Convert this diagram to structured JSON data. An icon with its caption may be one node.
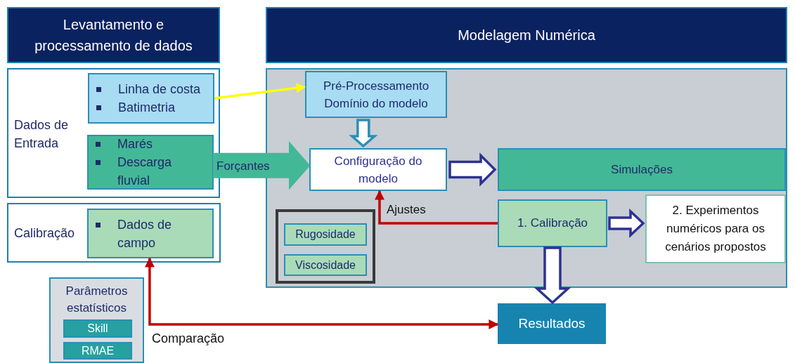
{
  "diagram": {
    "nodes": [
      {
        "text": [
          "Levantamento e processamento de dados"
        ]
      },
      {
        "text": [
          "Modelagem Numérica"
        ]
      },
      {
        "text": [
          "Dados de Entrada"
        ]
      },
      {
        "text": [
          "Linha de costa",
          "Batimetria"
        ],
        "in": 2
      },
      {
        "text": [
          "Marés",
          "Descarga fluvial"
        ],
        "in": 2
      },
      {
        "text": [
          "Calibração"
        ]
      },
      {
        "text": [
          "Dados de campo"
        ],
        "in": 5
      },
      {
        "text": [],
        "shape": "box"
      },
      {
        "text": [
          "Pré-Processamento",
          "Domínio do modelo"
        ],
        "in": 7
      },
      {
        "text": [
          "Configuração do modelo"
        ],
        "in": 7
      },
      {
        "text": [
          "Simulações"
        ],
        "in": 7
      },
      {
        "text": [],
        "shape": "box",
        "in": 7
      },
      {
        "text": [
          "Rugosidade"
        ],
        "in": 11
      },
      {
        "text": [
          "Viscosidade"
        ],
        "in": 11
      },
      {
        "text": [
          "1. Calibração"
        ],
        "in": 7
      },
      {
        "text": [
          "2. Experimentos numéricos para os cenários propostos"
        ],
        "in": 7
      },
      {
        "text": [
          "Resultados"
        ]
      },
      {
        "text": [
          "Parâmetros estatísticos"
        ]
      },
      {
        "text": [
          "Skill"
        ],
        "in": 17
      },
      {
        "text": [
          "RMAE"
        ],
        "in": 17
      }
    ],
    "edges": [
      {
        "from": 3,
        "to": 8,
        "arrow": "to",
        "color": "#ffff00"
      },
      {
        "from": 4,
        "to": 9,
        "arrow": "to",
        "label": "Forçantes",
        "style": "thick",
        "color": "#43b896"
      },
      {
        "from": 8,
        "to": 9,
        "arrow": "to",
        "style": "thick",
        "color": "#2a8fb6"
      },
      {
        "from": 9,
        "to": 10,
        "arrow": "to",
        "style": "thick"
      },
      {
        "from": 14,
        "to": 9,
        "arrow": "to",
        "label": "Ajustes",
        "color": "#c00000"
      },
      {
        "from": 14,
        "to": 15,
        "arrow": "to",
        "style": "thick"
      },
      {
        "from": 14,
        "to": 16,
        "arrow": "to",
        "style": "thick"
      },
      {
        "from": 6,
        "to": 16,
        "arrow": "both",
        "label": "Comparação",
        "color": "#c00000"
      }
    ]
  }
}
